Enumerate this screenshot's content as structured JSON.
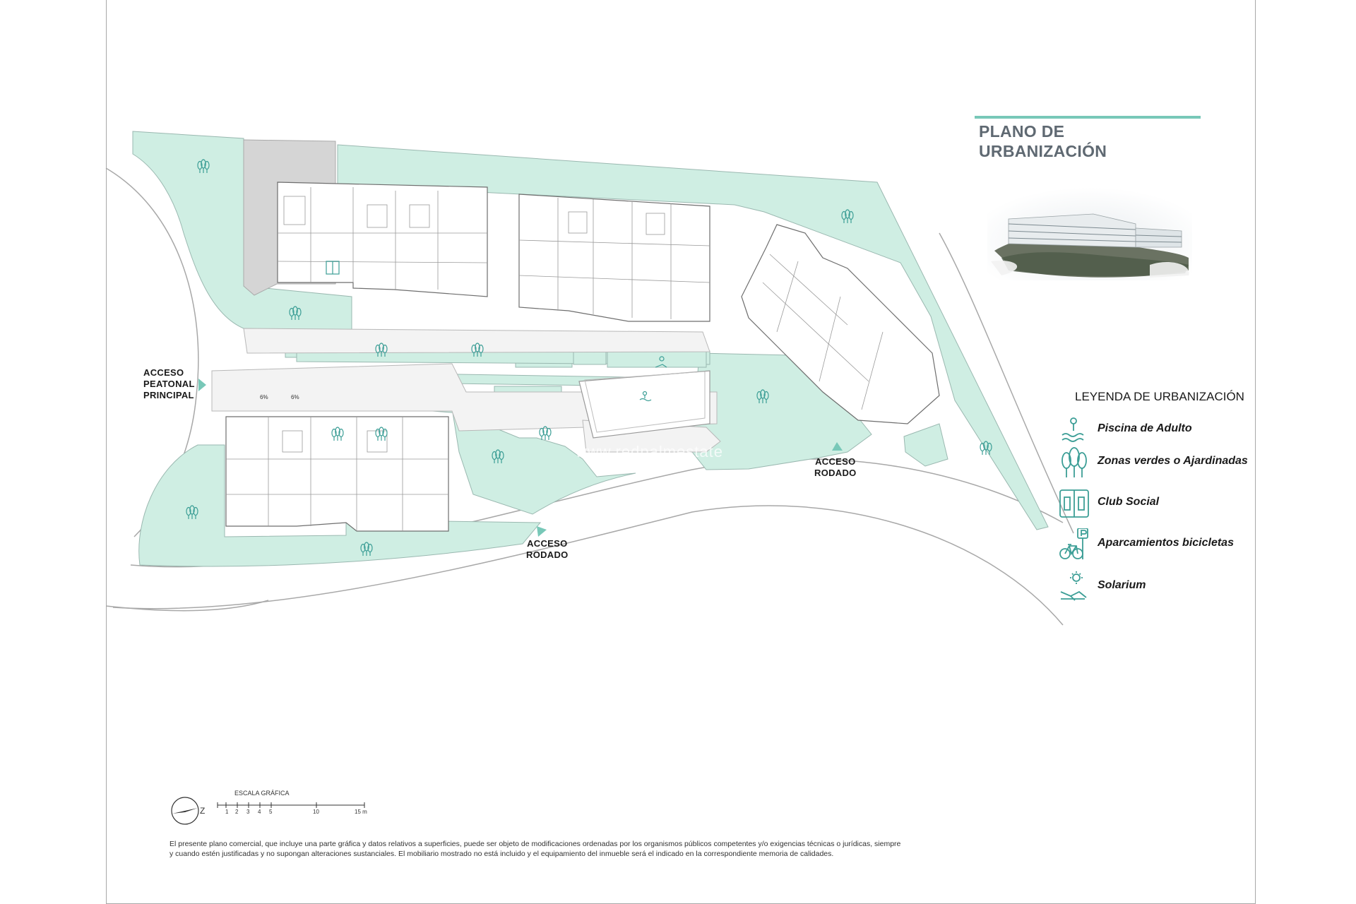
{
  "title": {
    "line1": "PLANO DE",
    "line2": "URBANIZACIÓN"
  },
  "legend": {
    "heading": "LEYENDA DE URBANIZACIÓN",
    "items": [
      {
        "icon": "pool-icon",
        "label": "Piscina de Adulto"
      },
      {
        "icon": "trees-icon",
        "label": "Zonas verdes o Ajardinadas"
      },
      {
        "icon": "club-social-icon",
        "label": "Club Social"
      },
      {
        "icon": "bicycle-parking-icon",
        "label": "Aparcamientos bicicletas"
      },
      {
        "icon": "solarium-icon",
        "label": "Solarium"
      }
    ]
  },
  "accesses": {
    "pedestrian": {
      "line1": "ACCESO",
      "line2": "PEATONAL",
      "line3": "PRINCIPAL"
    },
    "vehicle_center": {
      "line1": "ACCESO",
      "line2": "RODADO"
    },
    "vehicle_right": {
      "line1": "ACCESO",
      "line2": "RODADO"
    }
  },
  "slopes": [
    "6%",
    "6%"
  ],
  "scale": {
    "label": "ESCALA GRÁFICA",
    "ticks": [
      "1",
      "2",
      "3",
      "4",
      "5",
      "10",
      "15 m"
    ],
    "north_letter": "Z"
  },
  "watermark": "www.redpalmestate",
  "disclaimer": "El presente plano comercial, que incluye una parte gráfica y datos relativos a superficies, puede ser objeto de modificaciones ordenadas por los organismos públicos competentes y/o exigencias técnicas o jurídicas, siempre y cuando estén justificadas y no supongan alteraciones sustanciales. El mobiliario mostrado no está incluido y el equipamiento del inmueble será el indicado en la correspondiente memoria de calidades.",
  "colors": {
    "green_area": "#cfeee3",
    "accent": "#78c8b8",
    "icon": "#3c9e96",
    "line": "#8c8c8c"
  }
}
